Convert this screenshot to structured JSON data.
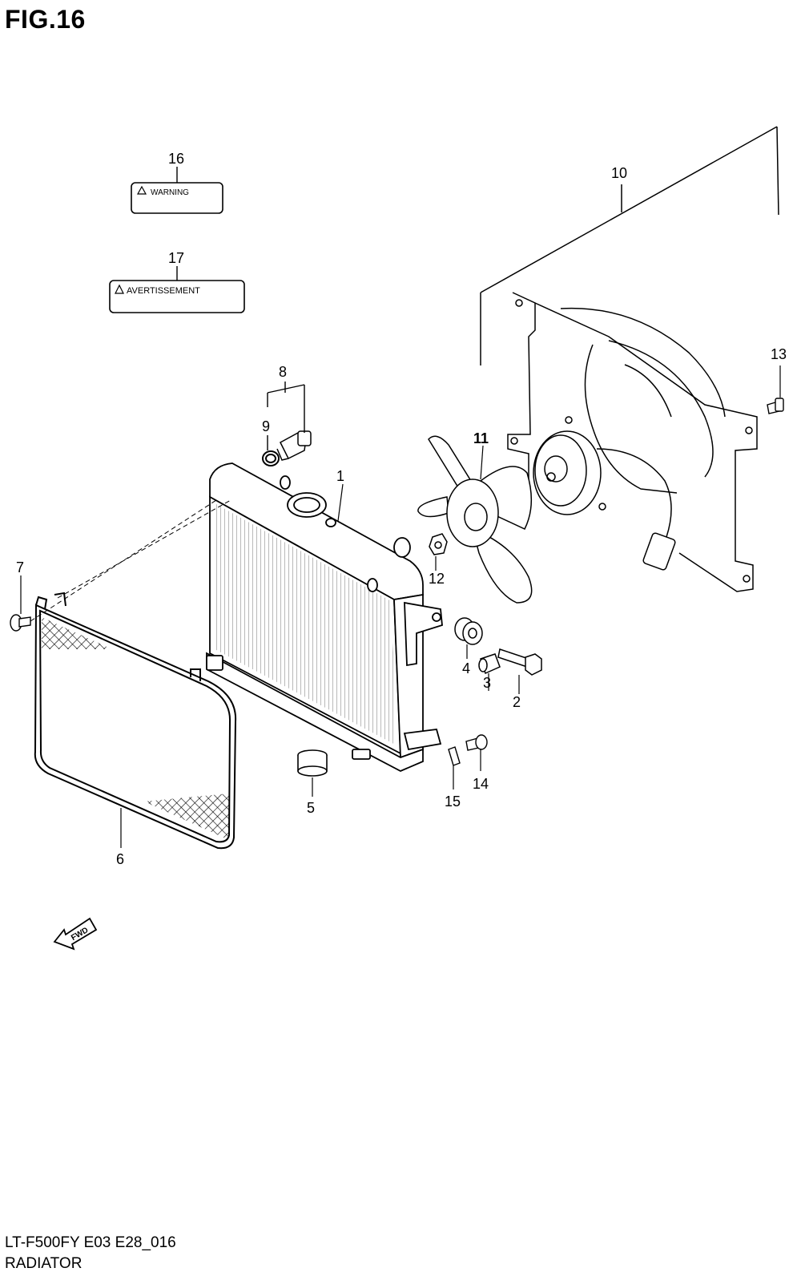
{
  "figure": {
    "title": "FIG.16"
  },
  "labels": {
    "warning": "WARNING",
    "avertissement": "AVERTISSEMENT",
    "fwd": "FWD"
  },
  "callouts": [
    {
      "id": "p1",
      "num": "1"
    },
    {
      "id": "p2",
      "num": "2"
    },
    {
      "id": "p3",
      "num": "3"
    },
    {
      "id": "p4",
      "num": "4"
    },
    {
      "id": "p5",
      "num": "5"
    },
    {
      "id": "p6",
      "num": "6"
    },
    {
      "id": "p7",
      "num": "7"
    },
    {
      "id": "p8",
      "num": "8"
    },
    {
      "id": "p9",
      "num": "9"
    },
    {
      "id": "p10",
      "num": "10"
    },
    {
      "id": "p11",
      "num": "11"
    },
    {
      "id": "p12",
      "num": "12"
    },
    {
      "id": "p13",
      "num": "13"
    },
    {
      "id": "p14",
      "num": "14"
    },
    {
      "id": "p15",
      "num": "15"
    },
    {
      "id": "p16",
      "num": "16"
    },
    {
      "id": "p17",
      "num": "17"
    }
  ],
  "footer": {
    "model_code": "LT-F500FY E03 E28_016",
    "section": "RADIATOR"
  }
}
